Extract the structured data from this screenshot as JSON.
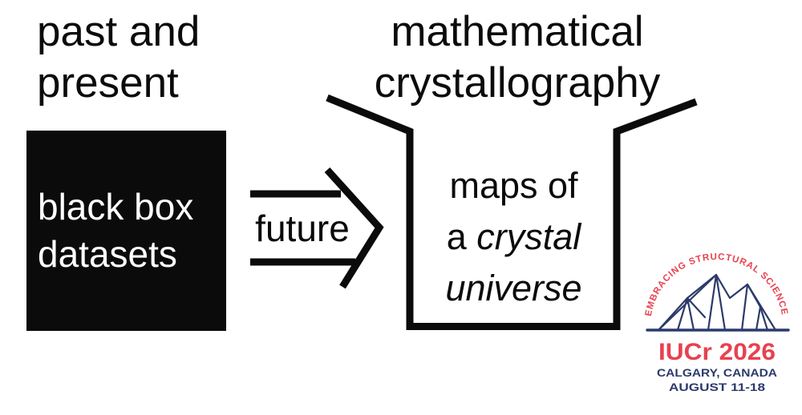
{
  "labels": {
    "top_left": {
      "line1": "past and",
      "line2": "present"
    },
    "top_right": {
      "line1": "mathematical",
      "line2": "crystallography"
    },
    "black_box": {
      "line1": "black box",
      "line2": "datasets"
    },
    "arrow_label": "future",
    "cup": {
      "line1": "maps of",
      "line2_regular": "a ",
      "line2_italic": "crystal",
      "line3": "universe"
    }
  },
  "logo": {
    "arc_text": "EMBRACING STRUCTURAL SCIENCE",
    "title": "IUCr 2026",
    "location": "CALGARY, CANADA",
    "dates": "AUGUST 11-18"
  },
  "colors": {
    "ink": "#0b0b0b",
    "background": "#ffffff",
    "box_text": "#ffffff",
    "logo_red": "#e8414f",
    "logo_navy": "#2c3a6b"
  }
}
